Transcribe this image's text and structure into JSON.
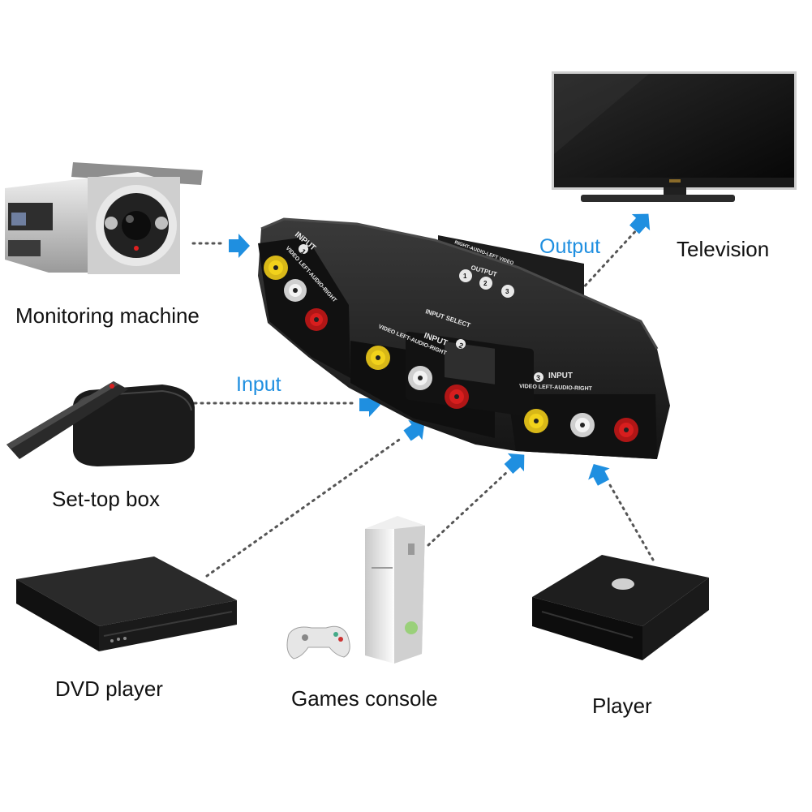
{
  "flow_labels": {
    "input": "Input",
    "output": "Output"
  },
  "devices": {
    "monitoring_machine": "Monitoring machine",
    "set_top_box": "Set-top box",
    "dvd_player": "DVD player",
    "games_console": "Games console",
    "player": "Player",
    "television": "Television"
  },
  "switch_panel": {
    "input_1": "INPUT",
    "input_1_num": "1",
    "input_1_sub": "VIDEO  LEFT-AUDIO-RIGHT",
    "input_2": "INPUT",
    "input_2_num": "2",
    "input_2_sub": "VIDEO  LEFT-AUDIO-RIGHT",
    "input_3": "INPUT",
    "input_3_num": "3",
    "input_3_sub": "VIDEO  LEFT-AUDIO-RIGHT",
    "output": "OUTPUT",
    "output_sub": "RIGHT-AUDIO-LEFT  VIDEO",
    "output_nums": [
      "1",
      "2",
      "3"
    ],
    "input_select": "INPUT SELECT"
  },
  "colors": {
    "arrow": "#1f8fe0",
    "dotted_line": "#555555",
    "device_dark": "#1c1c1c",
    "jack_yellow": "#f2d21b",
    "jack_white": "#f2f2f2",
    "jack_red": "#d81e1e"
  }
}
